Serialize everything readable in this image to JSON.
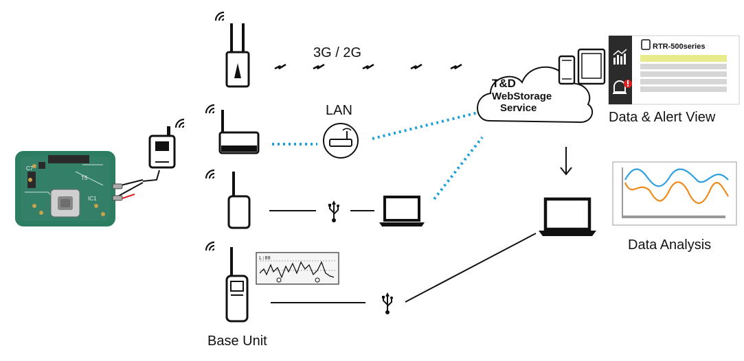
{
  "labels": {
    "cellular": "3G / 2G",
    "lan": "LAN",
    "cloud_line1": "T&D",
    "cloud_line2": "WebStorage",
    "cloud_line3": "Service",
    "data_alert_view": "Data & Alert View",
    "data_analysis": "Data Analysis",
    "base_unit": "Base Unit",
    "rtr_series": "RTR-500series"
  },
  "colors": {
    "dotted_link": "#1e9fd8",
    "line": "#111111",
    "analysis_blue": "#2b9fe0",
    "analysis_orange": "#ee8a1a",
    "panel_dark": "#2b2b2b",
    "panel_yellow": "#e8eb8c",
    "panel_gray": "#d6d6d6",
    "alert_red": "#e02020",
    "pcb_green": "#2d7d62"
  },
  "icons": [
    "wifi-icon",
    "cellular-base-unit-icon",
    "lan-base-unit-icon",
    "router-icon",
    "usb-icon",
    "laptop-icon",
    "smartphone-icon",
    "tablet-icon",
    "cloud-icon",
    "chart-icon",
    "alert-siren-icon",
    "arrow-down-icon",
    "data-logger-icon",
    "circuit-board-image"
  ],
  "lcd_graph_label": "L:88"
}
